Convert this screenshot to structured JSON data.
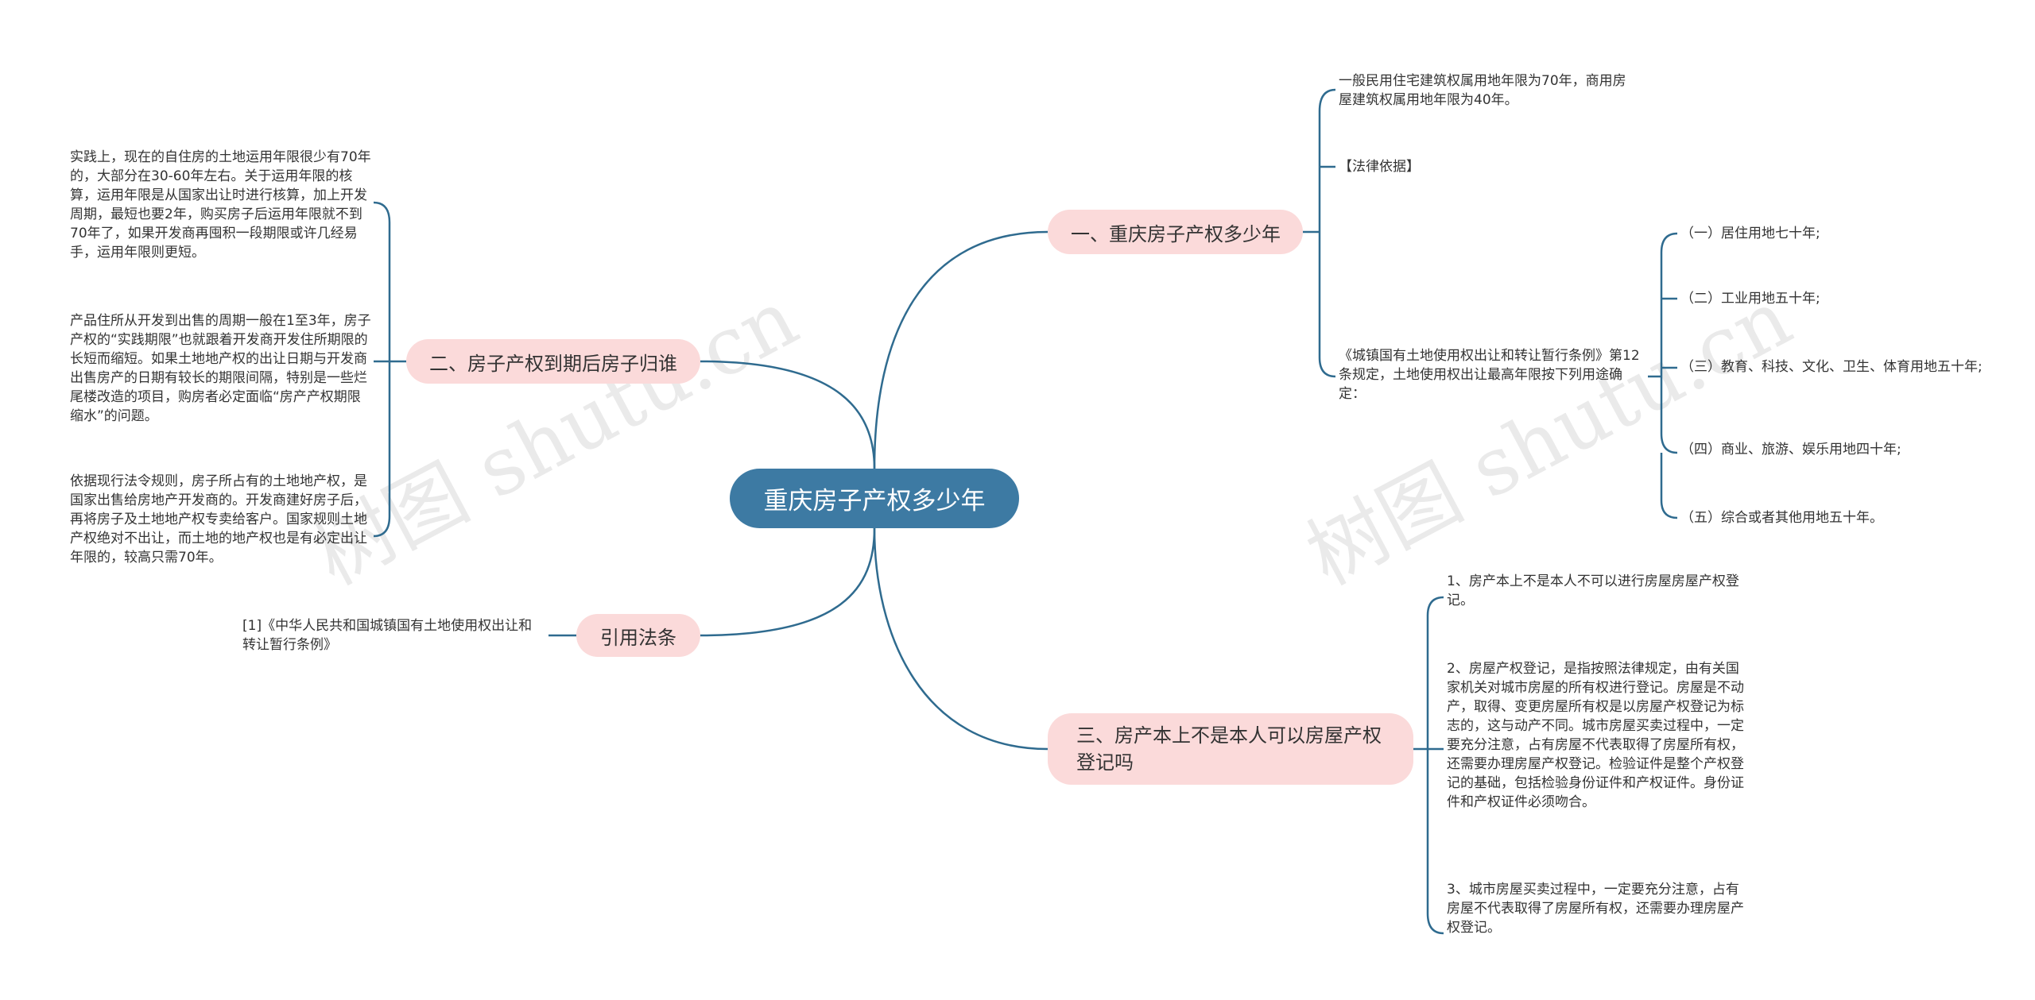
{
  "root": {
    "label": "重庆房子产权多少年"
  },
  "branch1": {
    "label": "一、重庆房子产权多少年",
    "leaf_years": "一般民用住宅建筑权属用地年限为70年，商用房屋建筑权属用地年限为40年。",
    "leaf_basis": "【法律依据】",
    "leaf_regulation": "《城镇国有土地使用权出让和转让暂行条例》第12条规定，土地使用权出让最高年限按下列用途确定：",
    "sub_items": [
      "（一）居住用地七十年;",
      "（二）工业用地五十年;",
      "（三）教育、科技、文化、卫生、体育用地五十年;",
      "（四）商业、旅游、娱乐用地四十年;",
      "（五）综合或者其他用地五十年。"
    ]
  },
  "branch2": {
    "label": "二、房子产权到期后房子归谁",
    "leaves": [
      "实践上，现在的自住房的土地运用年限很少有70年的，大部分在30-60年左右。关于运用年限的核算，运用年限是从国家出让时进行核算，加上开发周期，最短也要2年，购买房子后运用年限就不到70年了，如果开发商再囤积一段期限或许几经易手，运用年限则更短。",
      "产品住所从开发到出售的周期一般在1至3年，房子产权的“实践期限”也就跟着开发商开发住所期限的长短而缩短。如果土地地产权的出让日期与开发商出售房产的日期有较长的期限间隔，特别是一些烂尾楼改造的项目，购房者必定面临“房产产权期限缩水”的问题。",
      "依据现行法令规则，房子所占有的土地地产权，是国家出售给房地产开发商的。开发商建好房子后，再将房子及土地地产权专卖给客户。国家规则土地产权绝对不出让，而土地的地产权也是有必定出让年限的，较高只需70年。"
    ]
  },
  "branch3": {
    "label": "三、房产本上不是本人可以房屋产权登记吗",
    "leaves": [
      "1、房产本上不是本人不可以进行房屋房屋产权登记。",
      "2、房屋产权登记，是指按照法律规定，由有关国家机关对城市房屋的所有权进行登记。房屋是不动产，取得、变更房屋所有权是以房屋产权登记为标志的，这与动产不同。城市房屋买卖过程中，一定要充分注意，占有房屋不代表取得了房屋所有权，还需要办理房屋产权登记。检验证件是整个产权登记的基础，包括检验身份证件和产权证件。身份证件和产权证件必须吻合。",
      "3、城市房屋买卖过程中，一定要充分注意，占有房屋不代表取得了房屋所有权，还需要办理房屋产权登记。"
    ]
  },
  "branch4": {
    "label": "引用法条",
    "leaves": [
      "[1]《中华人民共和国城镇国有土地使用权出让和转让暂行条例》"
    ]
  },
  "watermark": "树图 shutu.cn",
  "colors": {
    "root_fill": "#3d7aa3",
    "branch_fill": "#fbdada",
    "line": "#2f6b8f"
  }
}
